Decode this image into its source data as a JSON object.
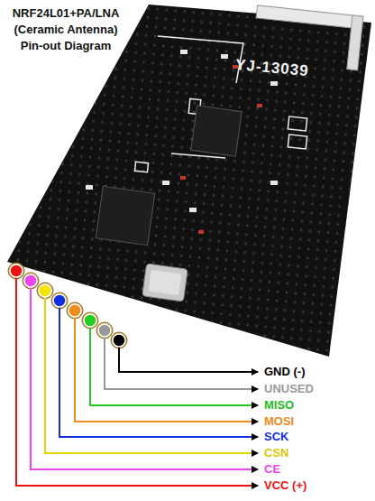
{
  "diagram": {
    "title": "NRF24L01+PA/LNA (Ceramic Antenna) Pin-out Diagram",
    "labels": [
      "YJ-13039",
      "GND (-)",
      "UNUSED",
      "MISO",
      "MOSI",
      "SCK",
      "CSN",
      "CE",
      "VCC (+)"
    ]
  }
}
